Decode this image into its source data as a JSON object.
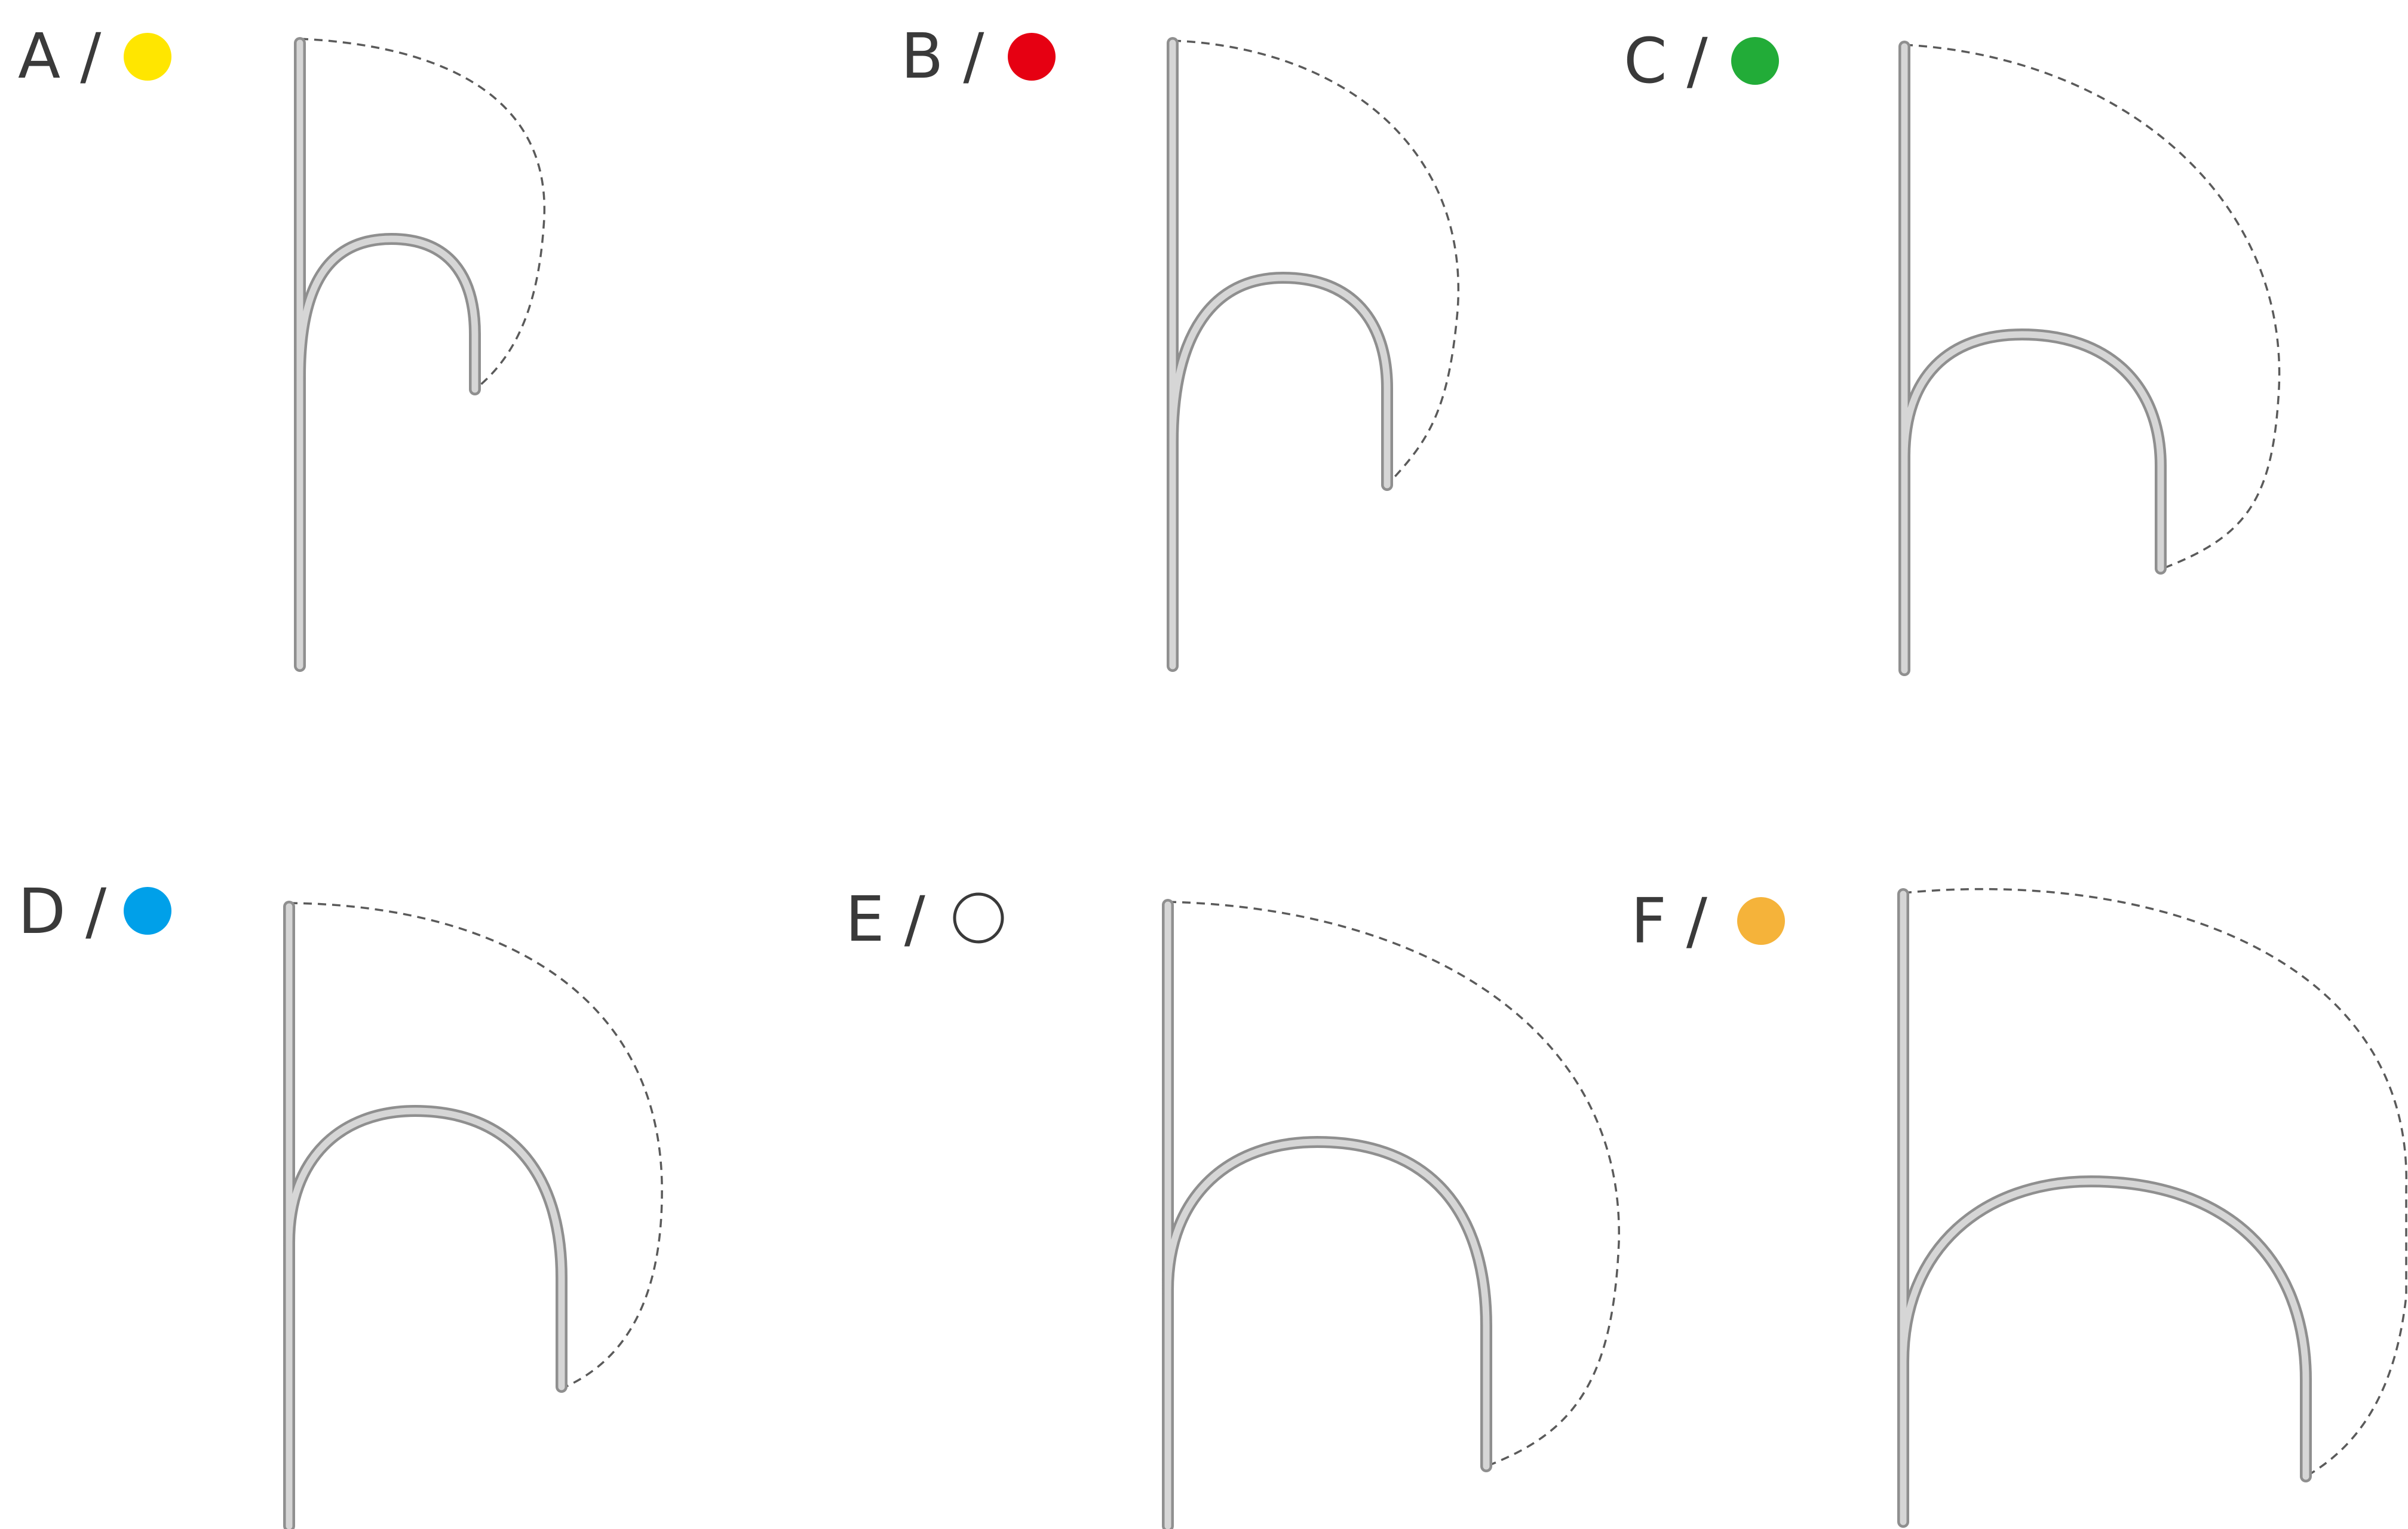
{
  "panels": [
    {
      "id": "A",
      "label": "A /",
      "color": "#FFE600",
      "filled": true
    },
    {
      "id": "B",
      "label": "B /",
      "color": "#E60012",
      "filled": true
    },
    {
      "id": "C",
      "label": "C /",
      "color": "#22AC38",
      "filled": true
    },
    {
      "id": "D",
      "label": "D /",
      "color": "#00A0E9",
      "filled": true
    },
    {
      "id": "E",
      "label": "E /",
      "color": "#FFFFFF",
      "filled": false
    },
    {
      "id": "F",
      "label": "F /",
      "color": "#F5B33A",
      "filled": true
    }
  ]
}
